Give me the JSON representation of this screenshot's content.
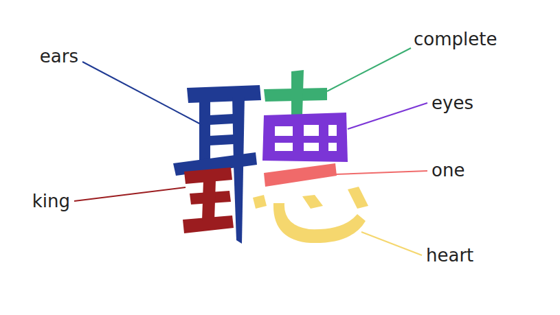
{
  "diagram": {
    "labels": [
      "ears",
      "complete",
      "eyes",
      "one",
      "king",
      "heart"
    ]
  }
}
